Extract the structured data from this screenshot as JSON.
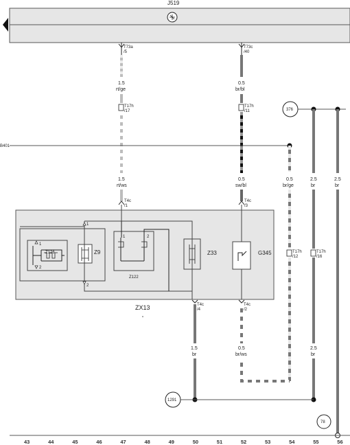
{
  "title": "J519",
  "top_connectors": {
    "left": {
      "name": "T73a",
      "pin": "/5"
    },
    "right": {
      "name": "T73c",
      "pin": "/40"
    }
  },
  "wires": {
    "w47_top": {
      "size": "1.5",
      "color": "rt/ge"
    },
    "w52_top": {
      "size": "0.5",
      "color": "br/bl"
    },
    "w47_mid": {
      "size": "1.5",
      "color": "rt/ws"
    },
    "w52_mid": {
      "size": "0.5",
      "color": "sw/bl"
    },
    "w54": {
      "size": "0.5",
      "color": "br/ge"
    },
    "w55": {
      "size": "2.5",
      "color": "br"
    },
    "w56": {
      "size": "2.5",
      "color": "br"
    },
    "w50_low": {
      "size": "1.5",
      "color": "br"
    },
    "w52_low": {
      "size": "0.5",
      "color": "br/ws"
    },
    "w55_low": {
      "size": "2.5",
      "color": "br"
    }
  },
  "connectors": {
    "t17h_17": {
      "name": "T17h",
      "pin": "/17"
    },
    "t17h_11": {
      "name": "T17h",
      "pin": "/11"
    },
    "t17h_12": {
      "name": "T17h",
      "pin": "/12"
    },
    "t17h_16": {
      "name": "T17h",
      "pin": "/16"
    },
    "t4c_1": {
      "name": "T4c",
      "pin": "/1"
    },
    "t4c_3": {
      "name": "T4c",
      "pin": "/3"
    },
    "t4c_4": {
      "name": "T4c",
      "pin": "/4"
    },
    "t4c_2": {
      "name": "T4c",
      "pin": "/2"
    }
  },
  "bus_label": "B401",
  "grounds": {
    "g376": "376",
    "g1291": "1291",
    "g78": "78"
  },
  "components": {
    "z126": "Z126",
    "z9": "Z9",
    "z122": "Z122",
    "z33": "Z33",
    "g345": "G345",
    "zx13": "ZX13"
  },
  "pins": {
    "p1a": "1",
    "p2a": "2",
    "p1b": "1",
    "p2b": "2",
    "p1c": "1",
    "p2c": "2"
  },
  "column_numbers": [
    "43",
    "44",
    "45",
    "46",
    "47",
    "48",
    "49",
    "50",
    "51",
    "52",
    "53",
    "54",
    "55",
    "56"
  ]
}
